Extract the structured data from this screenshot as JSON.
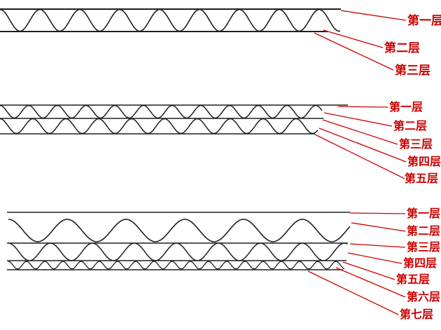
{
  "accent_color": "#cc0000",
  "line_color": "#1f1f1f",
  "diagrams": [
    {
      "name": "single-wall-3-layer-board",
      "labels": [
        "第一层",
        "第二层",
        "第三层"
      ]
    },
    {
      "name": "double-wall-5-layer-board",
      "labels": [
        "第一层",
        "第二层",
        "第三层",
        "第四层",
        "第五层"
      ]
    },
    {
      "name": "triple-wall-7-layer-board",
      "labels": [
        "第一层",
        "第二层",
        "第三层",
        "第四层",
        "第五层",
        "第六层",
        "第七层"
      ]
    }
  ]
}
